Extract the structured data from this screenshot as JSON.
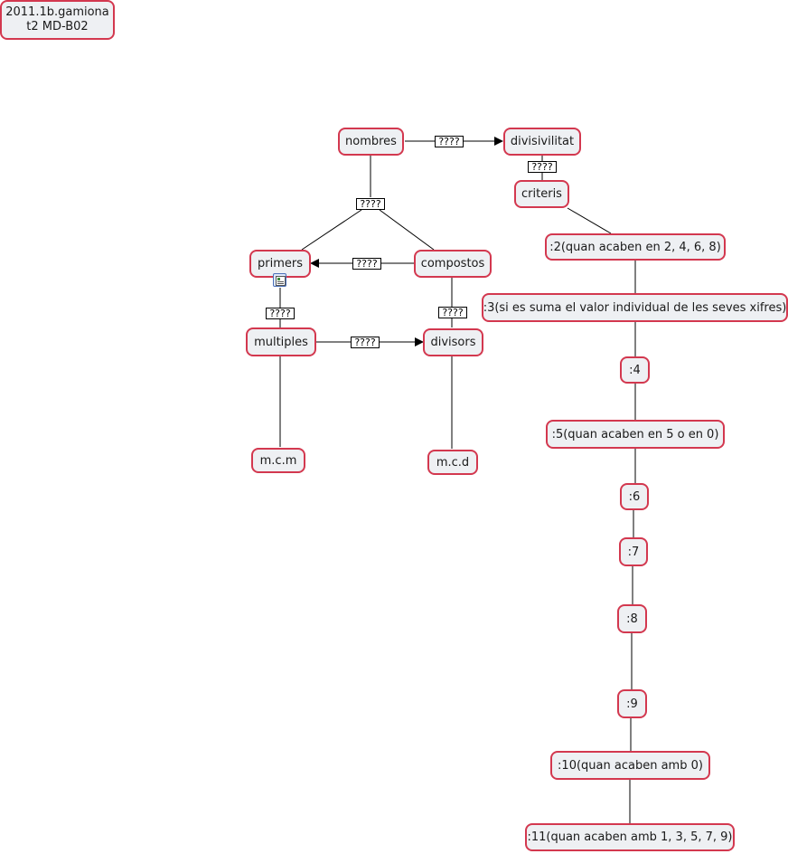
{
  "map_title": "2011.1b.gamiona\nt2 MD-B02",
  "concepts": {
    "nombres": "nombres",
    "divisivilitat": "divisivilitat",
    "criteris": "criteris",
    "primers": "primers",
    "compostos": "compostos",
    "multiples": "multiples",
    "divisors": "divisors",
    "mcm": "m.c.m",
    "mcd": "m.c.d",
    "c2": ":2(quan acaben en 2, 4, 6, 8)",
    "c3": ":3(si es suma el valor individual de les seves xifres)",
    "c4": ":4",
    "c5": ":5(quan acaben en 5 o en 0)",
    "c6": ":6",
    "c7": ":7",
    "c8": ":8",
    "c9": ":9",
    "c10": ":10(quan  acaben amb 0)",
    "c11": ":11(quan acaben amb 1, 3, 5, 7, 9)"
  },
  "link_phrases": {
    "nombres_divisivilitat": "????",
    "divisivilitat_criteris": "????",
    "nombres_branch": "????",
    "compostos_primers": "????",
    "primers_multiples": "????",
    "compostos_divisors": "????",
    "multiples_divisors": "????"
  },
  "icons": [
    "resource-document-icon"
  ],
  "colors": {
    "node_border": "#d3384f",
    "node_fill": "#eef0f3",
    "link_line": "#000000"
  }
}
